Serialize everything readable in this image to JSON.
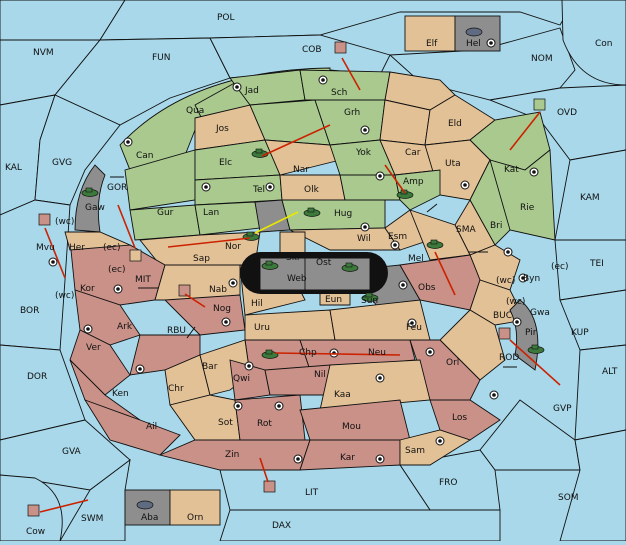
{
  "map": {
    "title": "",
    "colors": {
      "sea": "#a8d8ea",
      "region_a": "#a9c98f",
      "region_b": "#e3c196",
      "region_c": "#c99188",
      "neutral": "#8e8e8e",
      "order_arrow": "#cc2200",
      "support_arrow": "#e8e800"
    },
    "sea_labels": [
      "POL",
      "NVM",
      "FUN",
      "COB",
      "NOM",
      "Con",
      "OVD",
      "KAL",
      "GVG",
      "KAM",
      "TEI",
      "SMA",
      "BOR",
      "MIT",
      "RBU",
      "KUP",
      "ALT",
      "BUC",
      "ROD",
      "GVP",
      "DOR",
      "GVA",
      "FRO",
      "SOM",
      "SWM",
      "LIT",
      "DAX",
      "GOR"
    ],
    "land_labels": [
      "Jad",
      "Sch",
      "Grh",
      "Qua",
      "Jos",
      "Can",
      "Elc",
      "Nar",
      "Yok",
      "Car",
      "Eld",
      "Uta",
      "Kat",
      "Amp",
      "Tel",
      "Olk",
      "Gur",
      "Lan",
      "Hug",
      "Rie",
      "Bri",
      "Gaw",
      "Her",
      "Nor",
      "Sap",
      "Skr",
      "Ost",
      "Wil",
      "Esm",
      "Mel",
      "Byn",
      "Web",
      "Kor",
      "Nab",
      "Hil",
      "Eun",
      "Sun",
      "Obs",
      "Gwa",
      "Pir",
      "Ark",
      "Nog",
      "Uru",
      "Feu",
      "Ver",
      "Chp",
      "Neu",
      "Orl",
      "Ken",
      "Bar",
      "Qwi",
      "Nil",
      "Chr",
      "Kaa",
      "Los",
      "Ail",
      "Sot",
      "Rot",
      "Mou",
      "Zin",
      "Kar",
      "Sam",
      "Elf",
      "Hel",
      "Aba",
      "Orn",
      "Mvu",
      "Cow"
    ],
    "coast_tags": [
      "(wc)",
      "(ec)",
      "(ec)",
      "(wc)",
      "(wc)",
      "(ec)",
      "(wc)"
    ]
  }
}
